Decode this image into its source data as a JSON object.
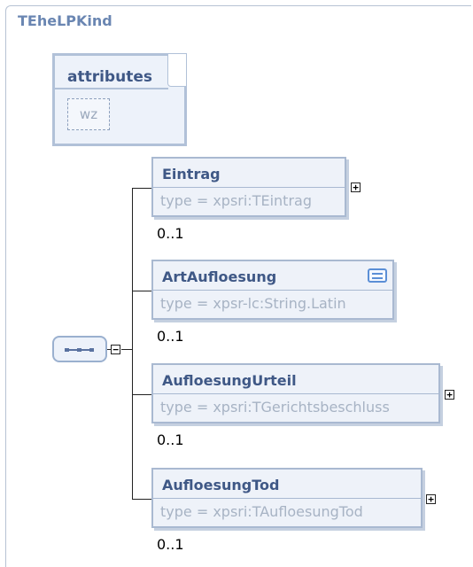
{
  "diagram": {
    "title": "TEheLPKind",
    "attributes": {
      "label": "attributes",
      "items": [
        "wz"
      ]
    },
    "compositor": {
      "kind": "sequence",
      "collapse_symbol": "−"
    },
    "elements": [
      {
        "name": "Eintrag",
        "type": "type = xpsri:TEintrag",
        "cardinality": "0..1",
        "expand": "+",
        "has_doc": false
      },
      {
        "name": "ArtAufloesung",
        "type": "type = xpsr-lc:String.Latin",
        "cardinality": "0..1",
        "expand": "",
        "has_doc": true
      },
      {
        "name": "AufloesungUrteil",
        "type": "type = xpsri:TGerichtsbeschluss",
        "cardinality": "0..1",
        "expand": "+",
        "has_doc": false
      },
      {
        "name": "AufloesungTod",
        "type": "type = xpsri:TAufloesungTod",
        "cardinality": "0..1",
        "expand": "+",
        "has_doc": false
      }
    ],
    "colors": {
      "title": "#6a86b2",
      "box_fill": "#eef2f9",
      "box_border": "#a9b9d1",
      "name_text": "#3f5886",
      "type_text": "#a7b3c4",
      "doc_icon": "#5b8fd6"
    }
  }
}
